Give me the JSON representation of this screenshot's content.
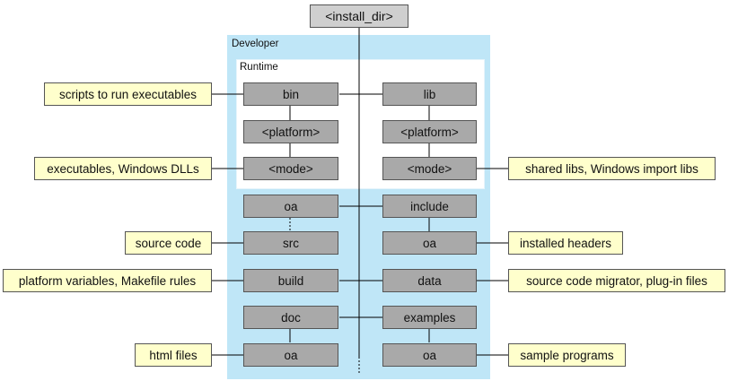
{
  "root": "<install_dir>",
  "regions": {
    "developer": "Developer",
    "runtime": "Runtime"
  },
  "boxes": {
    "bin": "bin",
    "lib": "lib",
    "bin_platform": "<platform>",
    "lib_platform": "<platform>",
    "bin_mode": "<mode>",
    "lib_mode": "<mode>",
    "oa": "oa",
    "include": "include",
    "src": "src",
    "include_oa": "oa",
    "build": "build",
    "data": "data",
    "doc": "doc",
    "examples": "examples",
    "doc_oa": "oa",
    "examples_oa": "oa"
  },
  "notes": {
    "scripts": "scripts to run executables",
    "executables": "executables, Windows DLLs",
    "shared_libs": "shared libs, Windows import libs",
    "source_code": "source code",
    "installed_headers": "installed headers",
    "platform_variables": "platform variables, Makefile rules",
    "migrator": "source code migrator, plug-in files",
    "html_files": "html files",
    "sample_programs": "sample programs"
  },
  "colors": {
    "developer_region": "#bfe6f7",
    "runtime_region": "#ffffff",
    "box_fill": "#a9a9a9",
    "note_fill": "#ffffcc"
  }
}
